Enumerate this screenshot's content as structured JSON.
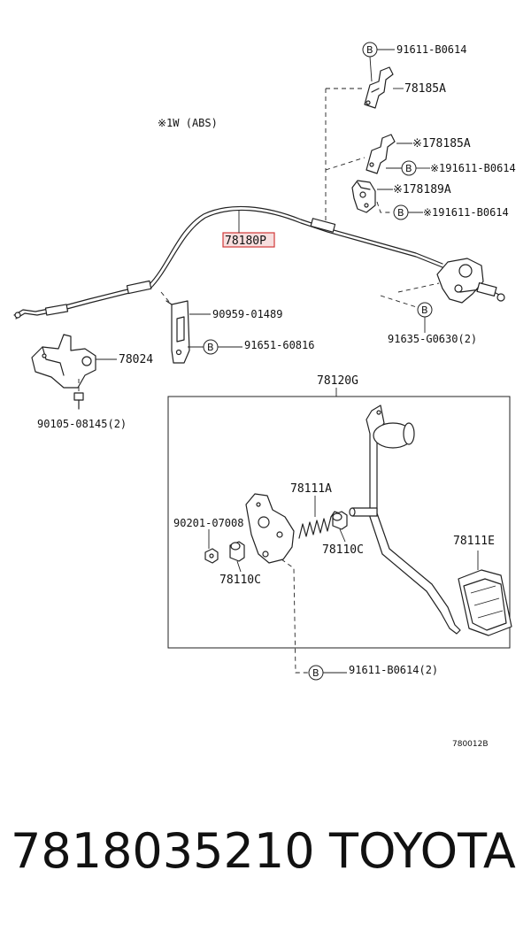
{
  "diagram": {
    "note": "※1W (ABS)",
    "drawing_code": "780012B",
    "callout_letter": "B",
    "labels": {
      "b0614_top": "91611-B0614",
      "p78185A": "78185A",
      "p78185A_1": "※178185A",
      "b0614_mid": "※191611-B0614",
      "p78189A": "※178189A",
      "b0614_low": "※191611-B0614",
      "p78180": "78180P",
      "p90959": "90959-01489",
      "p91651": "91651-60816",
      "p91635": "91635-G0630(2)",
      "p78024": "78024",
      "p90105": "90105-08145(2)",
      "p78120G": "78120G",
      "p78111A": "78111A",
      "p90201": "90201-07008",
      "p78110C_right": "78110C",
      "p78110C_left": "78110C",
      "p78111E": "78111E",
      "b0614_bottom": "91611-B0614(2)"
    }
  },
  "footer": {
    "part_number": "7818035210",
    "brand": "TOYOTA"
  }
}
